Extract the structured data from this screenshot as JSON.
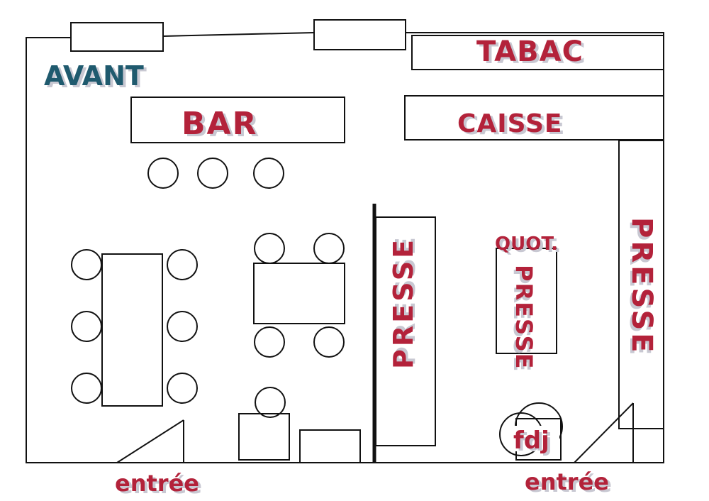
{
  "colors": {
    "red": "#b3223a",
    "teal": "#1f5a6e",
    "line": "#111111",
    "shadow": "#c8c8d2"
  },
  "labels": {
    "avant": "AVANT",
    "bar": "BAR",
    "tabac": "TABAC",
    "caisse": "CAISSE",
    "presse_center": "PRESSE",
    "presse_middle": "PRESSE",
    "presse_right": "PRESSE",
    "quot": "QUOT.",
    "fdj": "fdj",
    "entree_left": "entrée",
    "entree_right": "entrée"
  }
}
